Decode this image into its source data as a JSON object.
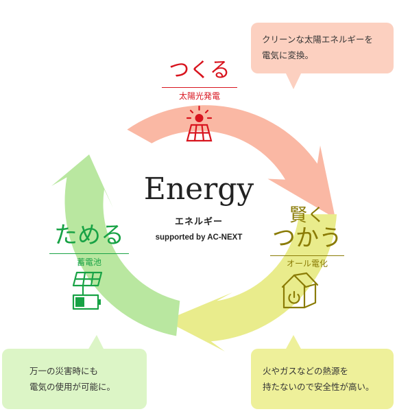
{
  "colors": {
    "red": "#d8141e",
    "green": "#18a245",
    "olive": "#8a7b05",
    "arc_red": "#fab8a4",
    "arc_green": "#b9e7a0",
    "arc_yellow": "#e9ec8c",
    "bubble_top": "#fcd0c0",
    "bubble_left": "#dcf5c6",
    "bubble_right": "#eef09a"
  },
  "center": {
    "title": "Energy",
    "subtitle": "エネルギー",
    "supported_by": "supported by AC-NEXT"
  },
  "sections": {
    "tsukuru": {
      "title": "つくる",
      "subtitle": "太陽光発電",
      "icon": "solar-panel-icon"
    },
    "tameru": {
      "title": "ためる",
      "subtitle": "蓄電池",
      "icon": "storage-battery-icon"
    },
    "kashikoku": {
      "title_line1": "賢く",
      "title_line2": "つかう",
      "subtitle": "オール電化",
      "icon": "electric-house-icon"
    }
  },
  "bubbles": {
    "top": {
      "line1": "クリーンな太陽エネルギーを",
      "line2": "電気に変換。"
    },
    "left": {
      "line1": "万一の災害時にも",
      "line2": "電気の使用が可能に。"
    },
    "right": {
      "line1": "火やガスなどの熱源を",
      "line2": "持たないので安全性が高い。"
    }
  }
}
